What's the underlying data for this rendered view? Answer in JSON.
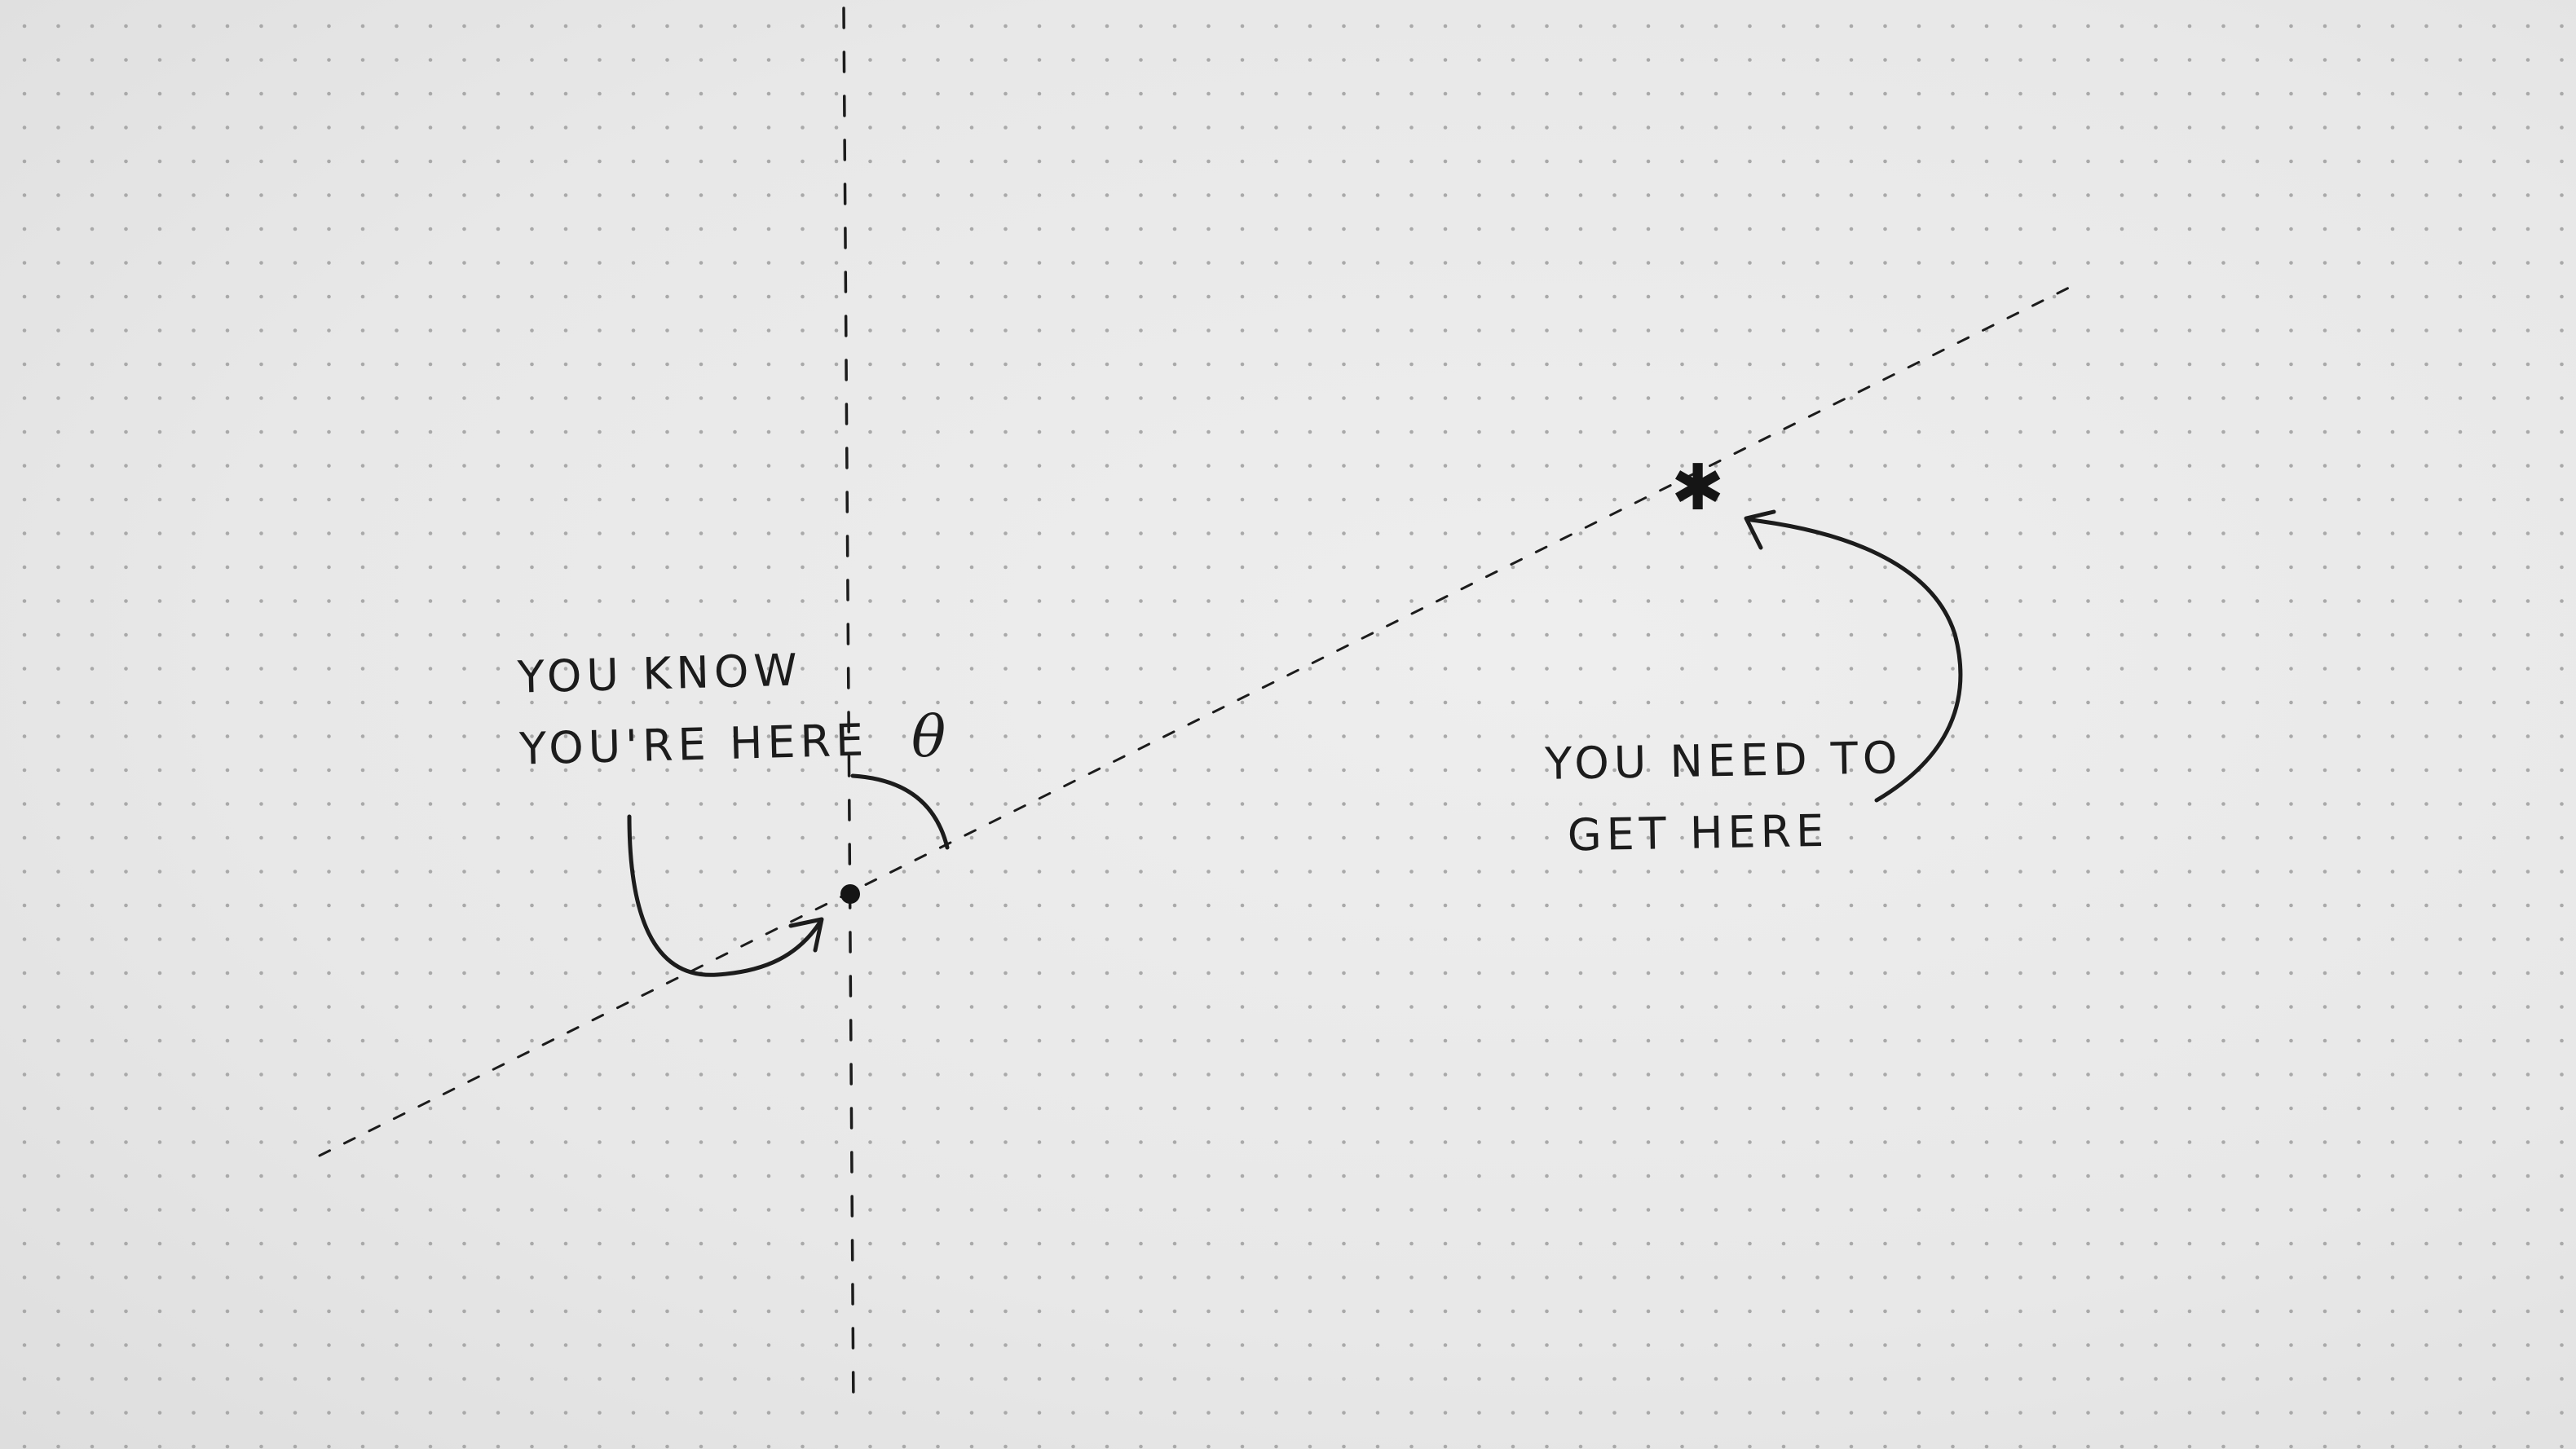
{
  "annotations": {
    "known_position": [
      "YOU KNOW",
      "YOU'RE HERE"
    ],
    "target_position": [
      "YOU NEED TO",
      "GET HERE"
    ],
    "angle_symbol": "θ",
    "target_marker": "✱"
  },
  "colors": {
    "paper": "#e9e9e9",
    "dot_grid": "#a9a9a9",
    "ink": "#1c1c1c"
  }
}
